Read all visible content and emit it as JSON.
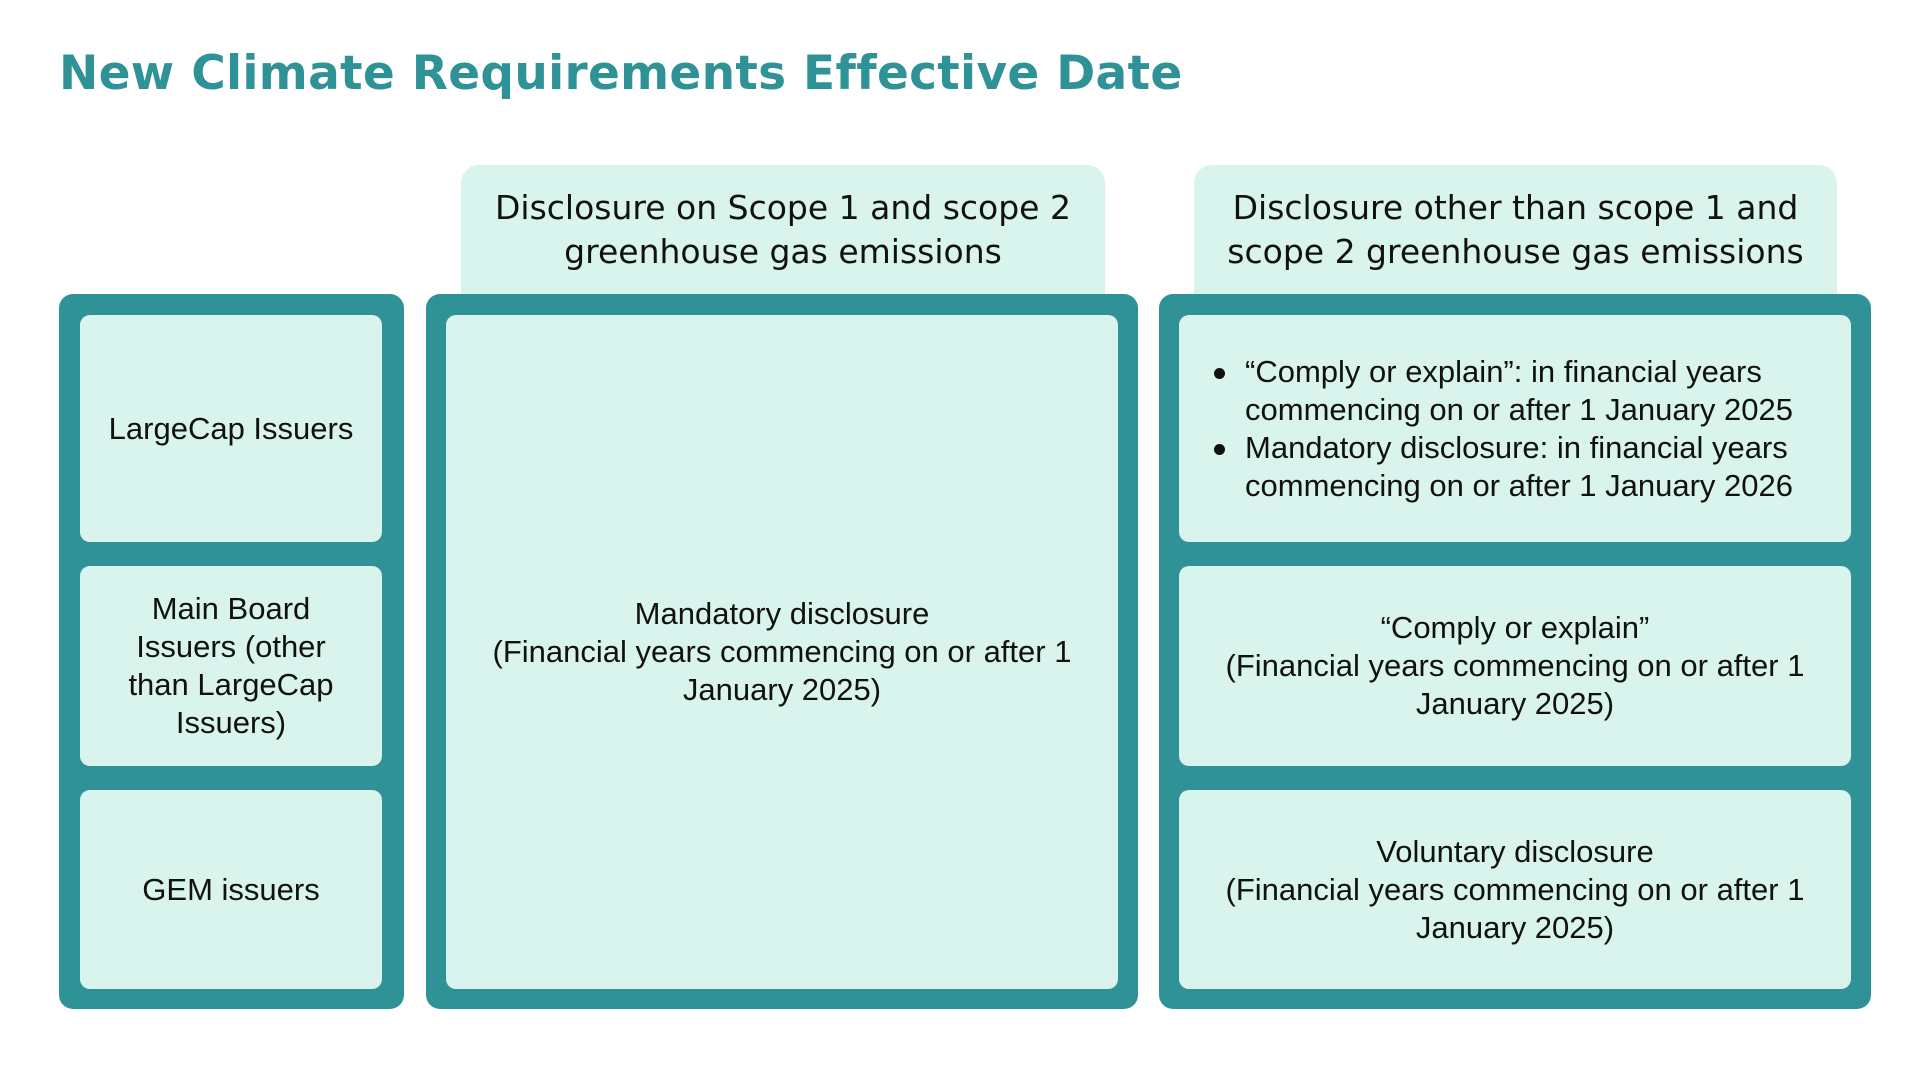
{
  "title": "New Climate Requirements Effective Date",
  "colors": {
    "accent": "#2f9296",
    "cell_fill": "#d9f4ed",
    "text": "#111111"
  },
  "headers": {
    "scope12": "Disclosure on Scope 1 and scope 2 greenhouse gas emissions",
    "other": "Disclosure other than scope 1 and scope 2 greenhouse gas emissions"
  },
  "issuers": {
    "largecap": "LargeCap Issuers",
    "mainboard": "Main Board Issuers (other than LargeCap Issuers)",
    "gem": "GEM issuers"
  },
  "scope12_cell": {
    "line1": "Mandatory disclosure",
    "line2": "(Financial years commencing on or after 1 January 2025)"
  },
  "other_cells": {
    "largecap_bullets": [
      "“Comply or explain”: in financial years commencing on or after 1 January 2025",
      "Mandatory disclosure: in financial years commencing on or after 1 January 2026"
    ],
    "mainboard": {
      "line1": "“Comply or explain”",
      "line2": "(Financial years commencing on or after 1 January 2025)"
    },
    "gem": {
      "line1": "Voluntary disclosure",
      "line2": "(Financial years commencing on or after 1 January 2025)"
    }
  }
}
